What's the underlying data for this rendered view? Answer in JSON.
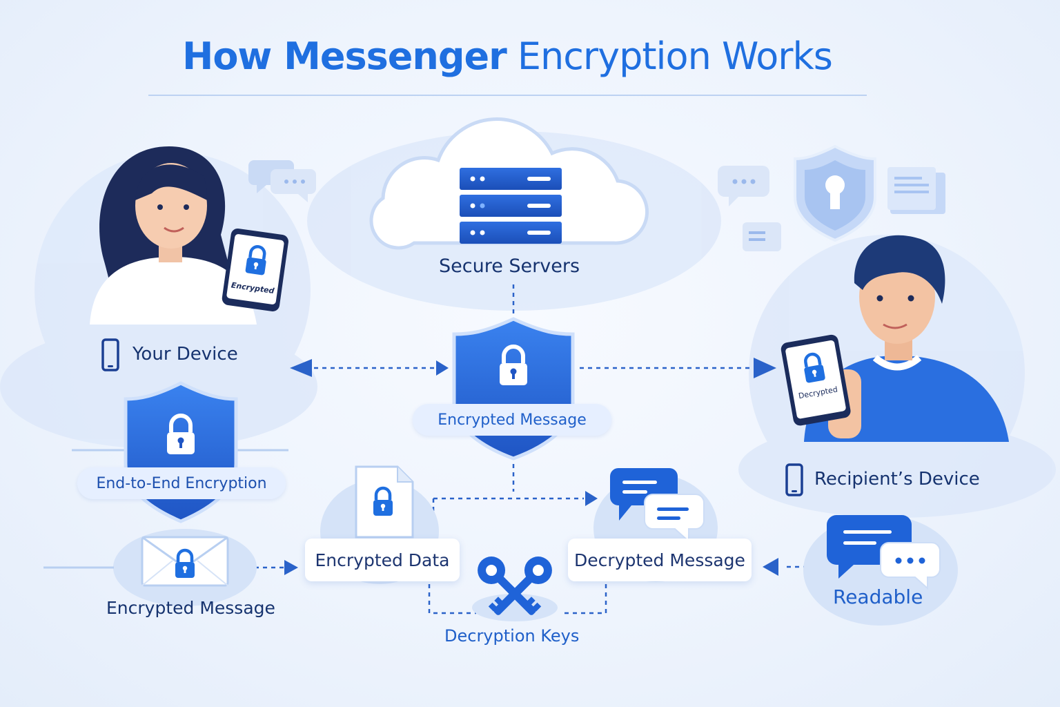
{
  "title": {
    "bold": "How Messenger",
    "light": " Encryption Works"
  },
  "nodes": {
    "servers": "Secure Servers",
    "your_device": "Your Device",
    "center_message": "Encrypted Message",
    "recipient_device": "Recipient’s Device",
    "e2e": "End-to-End Encryption",
    "envelope_message": "Encrypted Message",
    "encrypted_data": "Encrypted Data",
    "decrypted_message": "Decrypted Message",
    "keys": "Decryption Keys",
    "readable": "Readable"
  },
  "phones": {
    "sender_screen": "Encrypted",
    "recipient_screen": "Decrypted"
  },
  "colors": {
    "primary": "#1f6fe0",
    "dark_blue": "#17347a",
    "shield": "#2b6fe0",
    "light_cloud": "#dbe7fb",
    "background": "#eef4fd"
  },
  "icons": [
    "server-icon",
    "shield-lock-icon",
    "phone-icon",
    "envelope-lock-icon",
    "file-lock-icon",
    "chat-bubble-icon",
    "keys-icon",
    "keyhole-shield-icon"
  ]
}
